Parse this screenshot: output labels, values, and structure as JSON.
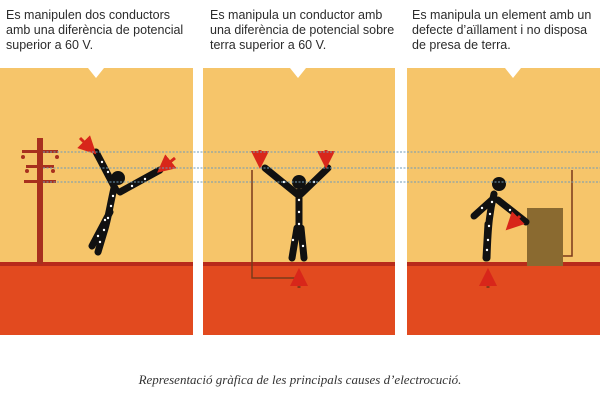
{
  "captions": {
    "panel_1": "Es manipulen dos conductors amb una diferència de potencial superior a 60 V.",
    "panel_2": "Es manipula un conductor amb una diferència de potencial sobre terra superior a 60 V.",
    "panel_3": "Es manipula un element amb un defecte d’aïllament i no disposa de presa de terra."
  },
  "figure_caption": "Representació gràfica de les principals causes d’electrocució.",
  "colors": {
    "background": "#ffffff",
    "panel_fill": "#f6c56a",
    "ground": "#e24a1f",
    "ground_line": "#b82a1a",
    "pole": "#a8301e",
    "arrow_red": "#d8261a",
    "arrow_brown": "#8a3a1a",
    "wire_blue": "#6e9bb8",
    "figure": "#111111",
    "appliance": "#8a6a30"
  }
}
